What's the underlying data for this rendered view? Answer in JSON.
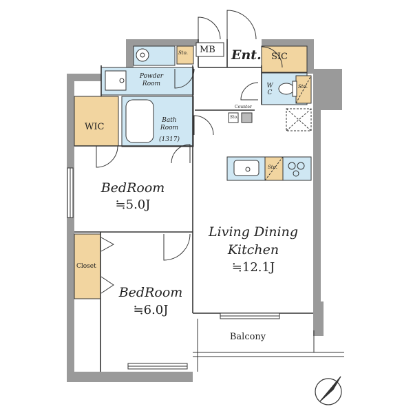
{
  "rooms": {
    "entrance": "Ent.",
    "mb": "MB",
    "sic": "SIC",
    "sto_entry": "Sto.",
    "powder_room": "Powder\nRoom",
    "bath_room": "Bath\nRoom",
    "bath_code": "(1317)",
    "wic": "WIC",
    "wc": "W\nC",
    "sto_wc": "Sto.",
    "counter": "Counter",
    "sto_counter": "Sto.",
    "sto_kitchen": "Sto.",
    "bedroom_1": "BedRoom",
    "bedroom_1_area": "≒5.0J",
    "bedroom_2": "BedRoom",
    "bedroom_2_area": "≒6.0J",
    "ldk_line1": "Living Dining",
    "ldk_line2": "Kitchen",
    "ldk_area": "≒12.1J",
    "closet": "Closet",
    "balcony": "Balcony"
  },
  "colors": {
    "wall": "#9a9a9a",
    "wet_area": "#cfe7f3",
    "storage": "#f2d5a0",
    "line": "#333333"
  },
  "icons": [
    "toilet-icon",
    "sink-icon",
    "bathtub-icon",
    "stove-icon",
    "washer-pan-icon",
    "north-arrow-icon"
  ]
}
